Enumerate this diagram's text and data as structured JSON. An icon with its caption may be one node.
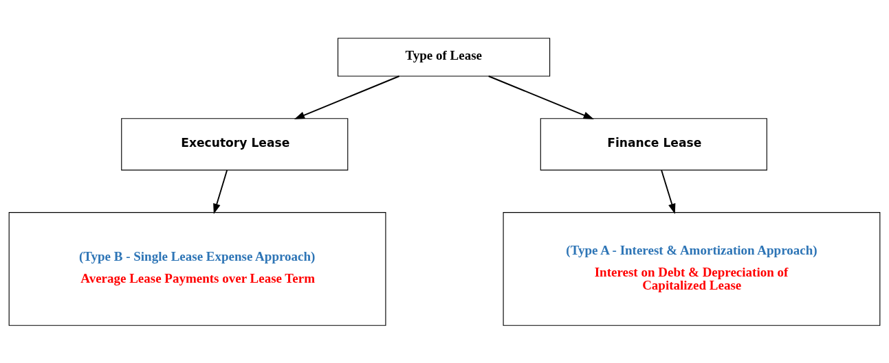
{
  "diagram": {
    "nodes": [
      {
        "text": [
          "Type of Lease"
        ]
      },
      {
        "text": [
          "Executory Lease"
        ]
      },
      {
        "text": [
          "Finance Lease"
        ]
      },
      {
        "text": [
          "(Type B - Single Lease Expense Approach)",
          "Average Lease Payments over Lease Term"
        ]
      },
      {
        "text": [
          "(Type A - Interest & Amortization Approach)",
          "Interest on Debt & Depreciation of Capitalized Lease"
        ]
      }
    ],
    "edges": [
      {
        "from": 0,
        "to": 1,
        "arrow": "to"
      },
      {
        "from": 0,
        "to": 2,
        "arrow": "to"
      },
      {
        "from": 1,
        "to": 3,
        "arrow": "to"
      },
      {
        "from": 2,
        "to": 4,
        "arrow": "to"
      }
    ]
  }
}
